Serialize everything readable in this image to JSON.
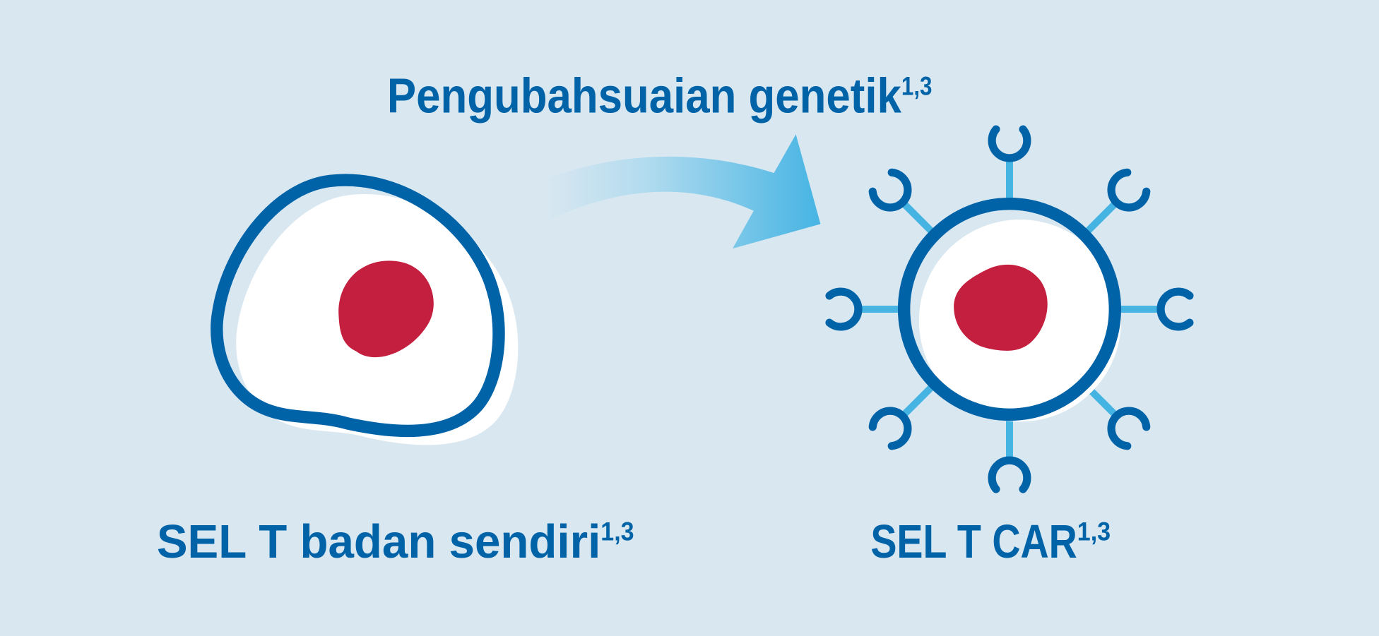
{
  "title": {
    "text": "Pengubahsuaian genetik",
    "sup": "1,3"
  },
  "left_label": {
    "text": "SEL T badan sendiri",
    "sup": "1,3"
  },
  "right_label": {
    "text": "SEL T CAR",
    "sup": "1,3"
  },
  "colors": {
    "background": "#d9e7f0",
    "outline": "#0063a8",
    "nucleus": "#c41f3e",
    "receptor_stalk": "#45b4e3",
    "arrow": "#45b4e3"
  },
  "receptor_count": 8
}
